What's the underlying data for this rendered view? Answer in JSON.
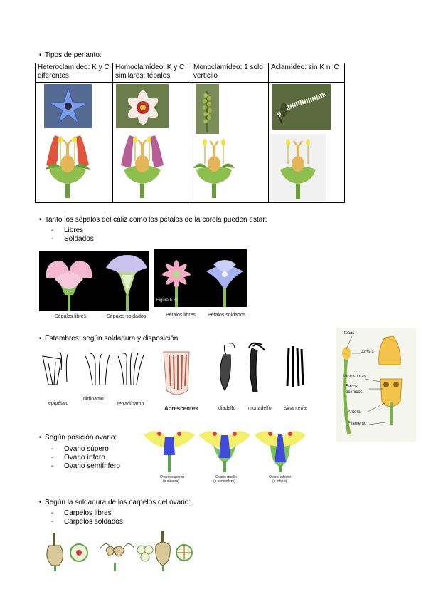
{
  "section1": {
    "bullet": "Tipos de perianto:",
    "table": {
      "col1": "Heteroclamídeo: K y C diferentes",
      "col2": "Homoclamídeo: K y C similares: tépalos",
      "col3": "Monoclamídeo: 1 solo verticilo",
      "col4": "Aclamídeo: sin K ni C"
    }
  },
  "section2": {
    "bullet": "Tanto los sépalos del cáliz como los pétalos de la corola pueden estar:",
    "items": [
      "Libres",
      "Soldados"
    ],
    "captions": {
      "sepalos_libres": "Sépalos libres",
      "sepalos_soldados": "Sépalos soldados",
      "figura": "Figura 6.32",
      "petalos_libres": "Pétalos libres",
      "petalos_soldados": "Pétalos soldados"
    }
  },
  "section3": {
    "bullet": "Estambres: según soldadura y disposición",
    "captions": {
      "epipetalo": "epipétalo",
      "didinamo": "didínamo",
      "tetradinamo": "tetradínamo",
      "acrescentes": "Acrescentes",
      "diadelfo": "diadelfo",
      "monadelfo": "monadelfo",
      "sinanteria": "sinantería"
    },
    "stamen_labels": {
      "tecas": "tecas",
      "antera_top": "Antera",
      "microsporas": "Microsporas",
      "sacos1": "Sacos",
      "sacos2": "polínicos",
      "antera_bottom": "Antera",
      "filamento": "Filamento"
    }
  },
  "section4": {
    "bullet": "Según posición ovario:",
    "items": [
      "Ovario súpero",
      "Ovario ínfero",
      "Ovario semiínfero"
    ],
    "captions": {
      "c1a": "Ovario superior",
      "c1b": "(o súpero)",
      "c2a": "Ovario medio",
      "c2b": "(o semiínfero)",
      "c3a": "Ovario inferior",
      "c3b": "(o ínfero)"
    }
  },
  "section5": {
    "bullet": "Según la soldadura de los carpelos del ovario:",
    "items": [
      "Carpelos libres",
      "Carpelos soldados"
    ]
  }
}
